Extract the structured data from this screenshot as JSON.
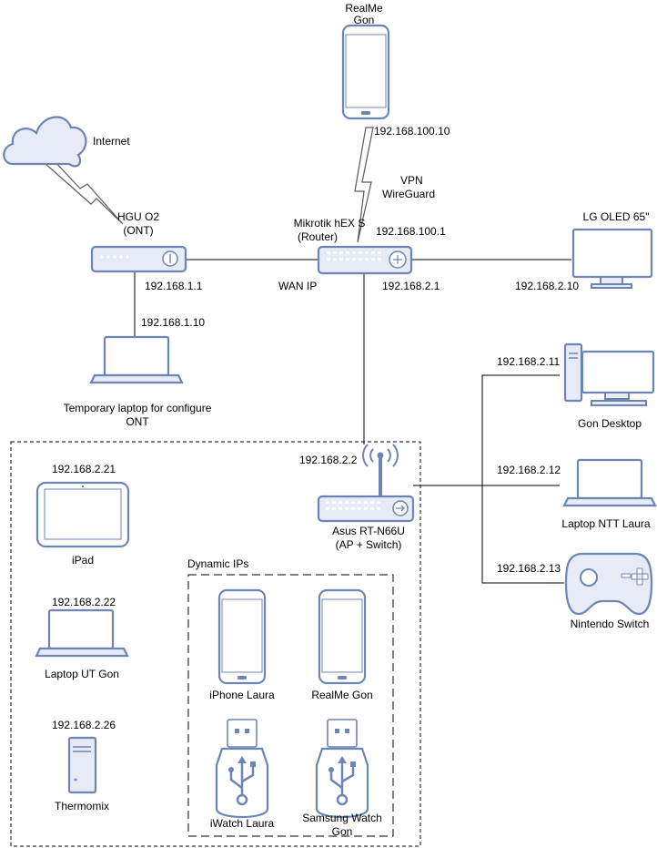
{
  "devices": {
    "realme_top": {
      "line1": "RealMe",
      "line2": "Gon"
    },
    "internet": {
      "label": "Internet"
    },
    "hgu": {
      "line1": "HGU O2",
      "line2": "(ONT)"
    },
    "mikrotik": {
      "line1": "Mikrotik hEX S",
      "line2": "(Router)"
    },
    "lg_oled": {
      "label": "LG OLED 65\""
    },
    "temp_laptop": {
      "line1": "Temporary laptop for configure",
      "line2": "ONT"
    },
    "gon_desktop": {
      "label": "Gon Desktop"
    },
    "laptop_ntt": {
      "label": "Laptop NTT Laura"
    },
    "nintendo": {
      "label": "Nintendo Switch"
    },
    "asus": {
      "line1": "Asus RT-N66U",
      "line2": "(AP + Switch)"
    },
    "ipad": {
      "label": "iPad"
    },
    "laptop_ut": {
      "label": "Laptop UT Gon"
    },
    "thermomix": {
      "label": "Thermomix"
    },
    "iphone_laura": {
      "label": "iPhone Laura"
    },
    "realme_inner": {
      "label": "RealMe Gon"
    },
    "iwatch_laura": {
      "label": "iWatch Laura"
    },
    "samsung_watch": {
      "line1": "Samsung Watch",
      "line2": "Gon"
    }
  },
  "vpn": {
    "line1": "VPN",
    "line2": "WireGuard"
  },
  "ips": {
    "realme_vpn": "192.168.100.10",
    "router_vpn": "192.168.100.1",
    "hgu": "192.168.1.1",
    "wan_ip": "WAN IP",
    "router_lan": "192.168.2.1",
    "lg_oled": "192.168.2.10",
    "temp_laptop": "192.168.1.10",
    "gon_desktop": "192.168.2.11",
    "asus": "192.168.2.2",
    "laptop_ntt": "192.168.2.12",
    "nintendo": "192.168.2.13",
    "ipad": "192.168.2.21",
    "laptop_ut": "192.168.2.22",
    "thermomix": "192.168.2.26"
  },
  "groups": {
    "dynamic_label": "Dynamic IPs"
  },
  "colors": {
    "device_stroke": "#6d85b5",
    "device_fill": "#e6ebf5",
    "line": "#000000"
  }
}
